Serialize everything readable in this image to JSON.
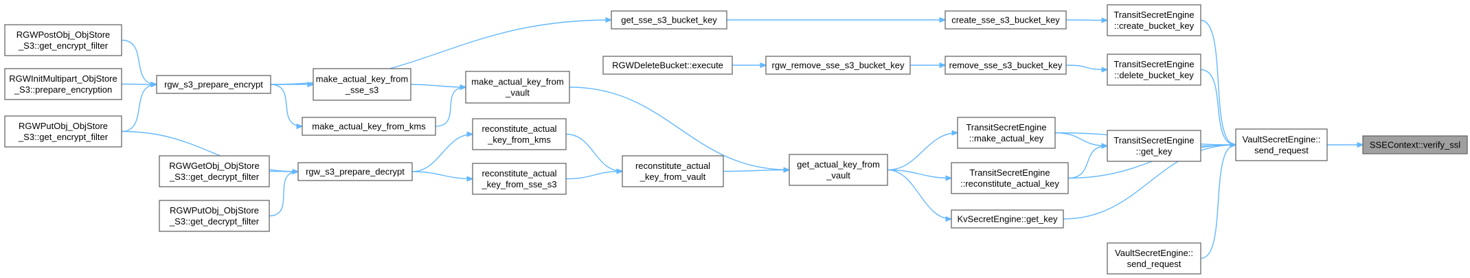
{
  "graph": {
    "edge_color": "#63b8ff",
    "node_border_color": "#666666",
    "highlight_fill": "#a0a0a0",
    "nodes": {
      "sse_verify_ssl": [
        "SSEContext::verify_ssl"
      ],
      "vault_send_request_main": [
        "VaultSecretEngine::",
        "send_request"
      ],
      "transit_create_bucket_key": [
        "TransitSecretEngine",
        "::create_bucket_key"
      ],
      "transit_delete_bucket_key": [
        "TransitSecretEngine",
        "::delete_bucket_key"
      ],
      "transit_get_key": [
        "TransitSecretEngine",
        "::get_key"
      ],
      "vault_send_request_2": [
        "VaultSecretEngine::",
        "send_request"
      ],
      "create_sse_s3_bucket_key": [
        "create_sse_s3_bucket_key"
      ],
      "remove_sse_s3_bucket_key": [
        "remove_sse_s3_bucket_key"
      ],
      "transit_make_actual_key": [
        "TransitSecretEngine",
        "::make_actual_key"
      ],
      "transit_reconstitute_actual_key": [
        "TransitSecretEngine",
        "::reconstitute_actual_key"
      ],
      "kv_get_key": [
        "KvSecretEngine::get_key"
      ],
      "get_sse_s3_bucket_key": [
        "get_sse_s3_bucket_key"
      ],
      "rgw_remove_sse_s3_bucket_key": [
        "rgw_remove_sse_s3_bucket_key"
      ],
      "get_actual_key_from_vault": [
        "get_actual_key_from",
        "_vault"
      ],
      "rgw_delete_bucket_execute": [
        "RGWDeleteBucket::execute"
      ],
      "rgw_s3_prepare_encrypt": [
        "rgw_s3_prepare_encrypt"
      ],
      "make_actual_key_from_vault": [
        "make_actual_key_from",
        "_vault"
      ],
      "reconstitute_actual_key_from_vault": [
        "reconstitute_actual",
        "_key_from_vault"
      ],
      "make_actual_key_from_sse_s3": [
        "make_actual_key_from",
        "_sse_s3"
      ],
      "make_actual_key_from_kms": [
        "make_actual_key_from_kms"
      ],
      "reconstitute_actual_key_from_kms": [
        "reconstitute_actual",
        "_key_from_kms"
      ],
      "reconstitute_actual_key_from_sse_s3": [
        "reconstitute_actual",
        "_key_from_sse_s3"
      ],
      "rgw_s3_prepare_decrypt": [
        "rgw_s3_prepare_decrypt"
      ],
      "rgw_post_obj_get_encrypt_filter": [
        "RGWPostObj_ObjStore",
        "_S3::get_encrypt_filter"
      ],
      "rgw_init_multipart_prepare_encryption": [
        "RGWInitMultipart_ObjStore",
        "_S3::prepare_encryption"
      ],
      "rgw_put_obj_get_encrypt_filter": [
        "RGWPutObj_ObjStore",
        "_S3::get_encrypt_filter"
      ],
      "rgw_get_obj_get_decrypt_filter": [
        "RGWGetObj_ObjStore",
        "_S3::get_decrypt_filter"
      ],
      "rgw_put_obj_get_decrypt_filter": [
        "RGWPutObj_ObjStore",
        "_S3::get_decrypt_filter"
      ]
    },
    "edges": [
      [
        "vault_send_request_main",
        "sse_verify_ssl"
      ],
      [
        "transit_create_bucket_key",
        "vault_send_request_main"
      ],
      [
        "transit_delete_bucket_key",
        "vault_send_request_main"
      ],
      [
        "transit_get_key",
        "vault_send_request_main"
      ],
      [
        "vault_send_request_2",
        "vault_send_request_main"
      ],
      [
        "transit_make_actual_key",
        "vault_send_request_main"
      ],
      [
        "transit_reconstitute_actual_key",
        "vault_send_request_main"
      ],
      [
        "kv_get_key",
        "vault_send_request_main"
      ],
      [
        "create_sse_s3_bucket_key",
        "transit_create_bucket_key"
      ],
      [
        "remove_sse_s3_bucket_key",
        "transit_delete_bucket_key"
      ],
      [
        "transit_make_actual_key",
        "transit_get_key"
      ],
      [
        "transit_reconstitute_actual_key",
        "transit_get_key"
      ],
      [
        "get_sse_s3_bucket_key",
        "create_sse_s3_bucket_key"
      ],
      [
        "rgw_remove_sse_s3_bucket_key",
        "remove_sse_s3_bucket_key"
      ],
      [
        "rgw_delete_bucket_execute",
        "rgw_remove_sse_s3_bucket_key"
      ],
      [
        "get_actual_key_from_vault",
        "transit_make_actual_key"
      ],
      [
        "get_actual_key_from_vault",
        "transit_reconstitute_actual_key"
      ],
      [
        "get_actual_key_from_vault",
        "kv_get_key"
      ],
      [
        "rgw_s3_prepare_encrypt",
        "get_sse_s3_bucket_key"
      ],
      [
        "make_actual_key_from_vault",
        "get_actual_key_from_vault"
      ],
      [
        "reconstitute_actual_key_from_vault",
        "get_actual_key_from_vault"
      ],
      [
        "make_actual_key_from_sse_s3",
        "make_actual_key_from_vault"
      ],
      [
        "make_actual_key_from_kms",
        "make_actual_key_from_vault"
      ],
      [
        "reconstitute_actual_key_from_kms",
        "reconstitute_actual_key_from_vault"
      ],
      [
        "reconstitute_actual_key_from_sse_s3",
        "reconstitute_actual_key_from_vault"
      ],
      [
        "rgw_s3_prepare_encrypt",
        "make_actual_key_from_sse_s3"
      ],
      [
        "rgw_s3_prepare_encrypt",
        "make_actual_key_from_kms"
      ],
      [
        "rgw_s3_prepare_decrypt",
        "reconstitute_actual_key_from_kms"
      ],
      [
        "rgw_s3_prepare_decrypt",
        "reconstitute_actual_key_from_sse_s3"
      ],
      [
        "rgw_post_obj_get_encrypt_filter",
        "rgw_s3_prepare_encrypt"
      ],
      [
        "rgw_init_multipart_prepare_encryption",
        "rgw_s3_prepare_encrypt"
      ],
      [
        "rgw_put_obj_get_encrypt_filter",
        "rgw_s3_prepare_encrypt"
      ],
      [
        "rgw_put_obj_get_encrypt_filter",
        "rgw_s3_prepare_decrypt"
      ],
      [
        "rgw_get_obj_get_decrypt_filter",
        "rgw_s3_prepare_decrypt"
      ],
      [
        "rgw_put_obj_get_decrypt_filter",
        "rgw_s3_prepare_decrypt"
      ]
    ]
  }
}
